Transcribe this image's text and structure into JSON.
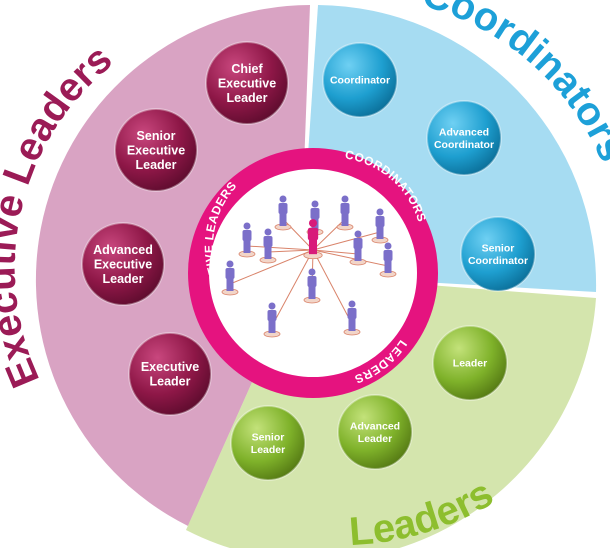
{
  "title_segments": {
    "executive": "Executive Leaders",
    "coordinators": "Coordinators",
    "leaders": "Leaders"
  },
  "ring": {
    "executive": "EXECUTIVE LEADERS",
    "coordinators": "COORDINATORS",
    "leaders": "LEADERS"
  },
  "colors": {
    "executive_bg": "#d9a3c3",
    "coordinators_bg": "#a6dcf2",
    "leaders_bg": "#d4e5ad",
    "executive_text": "#9b1b56",
    "coordinators_text": "#1da0d8",
    "leaders_text": "#8dbe2e",
    "ring": "#e5137f",
    "bubble_maroon": "#8e1747",
    "bubble_blue": "#1e9fd0",
    "bubble_green": "#7fb22a",
    "person_purple": "#7b6fc9",
    "person_pink": "#d81b7a"
  },
  "executive_roles": [
    {
      "lines": [
        "Chief",
        "Executive",
        "Leader"
      ]
    },
    {
      "lines": [
        "Senior",
        "Executive",
        "Leader"
      ]
    },
    {
      "lines": [
        "Advanced",
        "Executive",
        "Leader"
      ]
    },
    {
      "lines": [
        "Executive",
        "Leader"
      ]
    }
  ],
  "coordinator_roles": [
    {
      "lines": [
        "Coordinator"
      ]
    },
    {
      "lines": [
        "Advanced",
        "Coordinator"
      ]
    },
    {
      "lines": [
        "Senior",
        "Coordinator"
      ]
    }
  ],
  "leader_roles": [
    {
      "lines": [
        "Leader"
      ]
    },
    {
      "lines": [
        "Advanced",
        "Leader"
      ]
    },
    {
      "lines": [
        "Senior",
        "Leader"
      ]
    }
  ],
  "center_icon": "people-network-icon"
}
